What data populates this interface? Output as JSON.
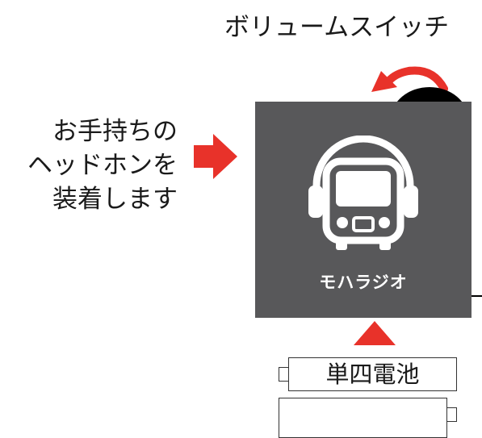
{
  "labels": {
    "volume_switch": "ボリュームスイッチ",
    "headphone_lines": [
      "お手持ちの",
      "ヘッドホンを",
      "装着します"
    ],
    "brand": "モハラジオ",
    "battery": "単四電池"
  },
  "icons": {
    "volume_rotate": "rotate-arrow-icon",
    "headphone_arrow": "arrow-right-icon",
    "battery_arrow": "arrow-up-icon",
    "logo": "train-headphones-icon"
  },
  "colors": {
    "accent": "#e8322a",
    "device": "#58585a",
    "logo": "#ffffff",
    "knob": "#000000"
  }
}
